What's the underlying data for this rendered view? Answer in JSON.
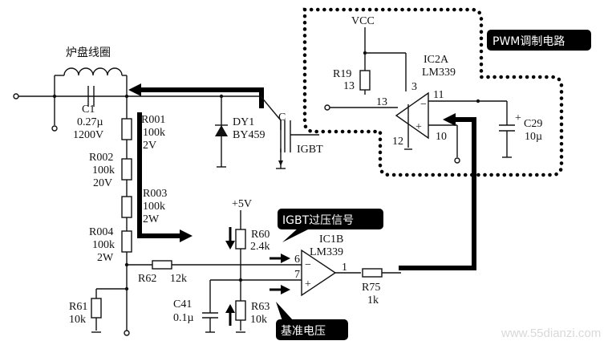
{
  "labels": {
    "coil": "炉盘线圈",
    "c1_name": "C1",
    "c1_val": "0.27µ",
    "c1_volt": "1200V",
    "r001_name": "R001",
    "r001_val": "100k",
    "r001_pw": "2V",
    "r002_name": "R002",
    "r002_val": "100k",
    "r002_pw": "20V",
    "r003_name": "R003",
    "r003_val": "100k",
    "r003_pw": "2W",
    "r004_name": "R004",
    "r004_val": "100k",
    "r004_pw": "2W",
    "dy1_name": "DY1",
    "dy1_part": "BY459",
    "igbt_c": "C",
    "igbt": "IGBT",
    "vcc": "VCC",
    "r19_name": "R19",
    "r19_val": "13",
    "ic2a": "IC2A",
    "ic2a_part": "LM339",
    "pin3": "3",
    "pin11": "11",
    "pin13": "13",
    "pin12": "12",
    "pin10": "10",
    "c29_plus": "+",
    "c29_name": "C29",
    "c29_val": "10µ",
    "pwm": "PWM调制电路",
    "plus5v": "+5V",
    "r60_name": "R60",
    "r60_val": "2.4k",
    "igbt_signal": "IGBT过压信号",
    "ic1b": "IC1B",
    "ic1b_part": "LM339",
    "pin6": "6",
    "pin7": "7",
    "pin1": "1",
    "op_minus": "−",
    "op_plus": "+",
    "r62_name": "R62",
    "r62_val": "12k",
    "r75_name": "R75",
    "r75_val": "1k",
    "c41_name": "C41",
    "c41_val": "0.1µ",
    "r63_name": "R63",
    "r63_val": "10k",
    "r61_name": "R61",
    "r61_val": "10k",
    "ref_voltage": "基准电压",
    "watermark": "www.55dianzi.com"
  },
  "colors": {
    "ink": "#111111",
    "callout_bg": "#000000",
    "watermark": "#d9d9d9"
  }
}
